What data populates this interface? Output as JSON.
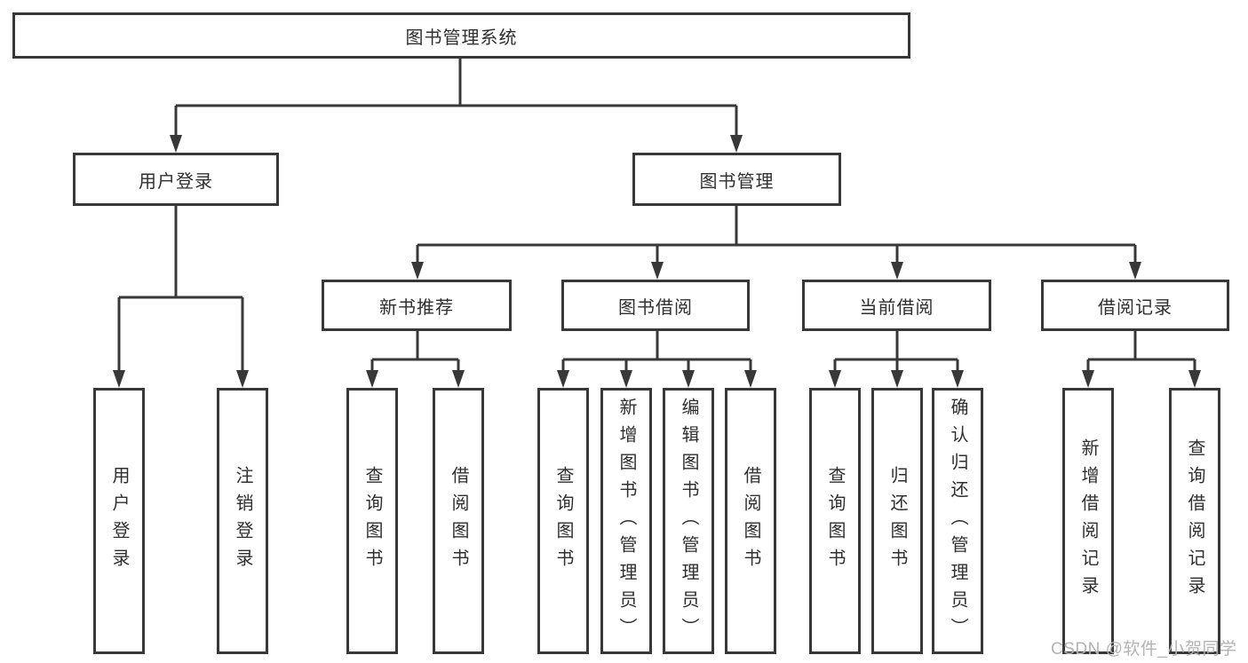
{
  "colors": {
    "line": "#383838",
    "box_border": "#383838",
    "box_fill": "#ffffff",
    "text": "#2f2f2f",
    "watermark": "#b3b3b3"
  },
  "diagram": {
    "root": {
      "label": "图书管理系统"
    },
    "level2": [
      {
        "label": "用户登录",
        "parent": "图书管理系统"
      },
      {
        "label": "图书管理",
        "parent": "图书管理系统"
      }
    ],
    "level3": [
      {
        "label": "新书推荐",
        "parent": "图书管理"
      },
      {
        "label": "图书借阅",
        "parent": "图书管理"
      },
      {
        "label": "当前借阅",
        "parent": "图书管理"
      },
      {
        "label": "借阅记录",
        "parent": "图书管理"
      }
    ],
    "leaves": [
      {
        "label": "用户登录",
        "parent": "用户登录"
      },
      {
        "label": "注销登录",
        "parent": "用户登录"
      },
      {
        "label": "查询图书",
        "parent": "新书推荐"
      },
      {
        "label": "借阅图书",
        "parent": "新书推荐"
      },
      {
        "label": "查询图书",
        "parent": "图书借阅"
      },
      {
        "label": "新增图书（管理员）",
        "parent": "图书借阅"
      },
      {
        "label": "编辑图书（管理员）",
        "parent": "图书借阅"
      },
      {
        "label": "借阅图书",
        "parent": "图书借阅"
      },
      {
        "label": "查询图书",
        "parent": "当前借阅"
      },
      {
        "label": "归还图书",
        "parent": "当前借阅"
      },
      {
        "label": "确认归还（管理员）",
        "parent": "当前借阅"
      },
      {
        "label": "新增借阅记录",
        "parent": "借阅记录"
      },
      {
        "label": "查询借阅记录",
        "parent": "借阅记录"
      }
    ]
  },
  "watermark": {
    "text": "CSDN @软件_小贺同学"
  }
}
